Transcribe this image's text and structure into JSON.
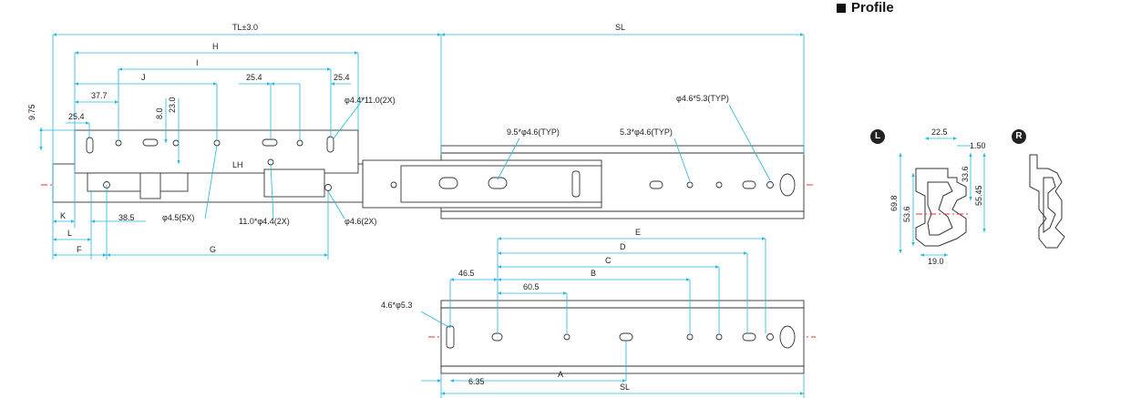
{
  "header": {
    "title": "Profile"
  },
  "badges": {
    "left": "L",
    "right": "R"
  },
  "dims": {
    "tl": "TL±3.0",
    "sl_top": "SL",
    "h": "H",
    "i": "I",
    "j": "J",
    "d25a": "25.4",
    "d25b": "25.4",
    "d25c": "25.4",
    "d377": "37.7",
    "d975": "9.75",
    "d80": "8.0",
    "d230": "23.0",
    "slot1": "φ4.4*11.0(2X)",
    "lh": "LH",
    "d385": "38.5",
    "h45": "φ4.5(5X)",
    "slot2": "11.0*φ4.4(2X)",
    "h46": "φ4.6(2X)",
    "k": "K",
    "l": "L",
    "f": "F",
    "g": "G",
    "typ1": "9.5*φ4.6(TYP)",
    "typ2": "5.3*φ4.6(TYP)",
    "typ3": "φ4.6*5.3(TYP)",
    "e": "E",
    "d": "D",
    "c": "C",
    "b": "B",
    "d465": "46.5",
    "d605": "60.5",
    "slot3": "4.6*φ5.3",
    "a": "A",
    "d635": "6.35",
    "sl_bot": "SL",
    "p225": "22.5",
    "p150": "1.50",
    "p698": "69.8",
    "p536": "53.6",
    "p336": "33.6",
    "p5545": "55.45",
    "p190": "19.0"
  }
}
